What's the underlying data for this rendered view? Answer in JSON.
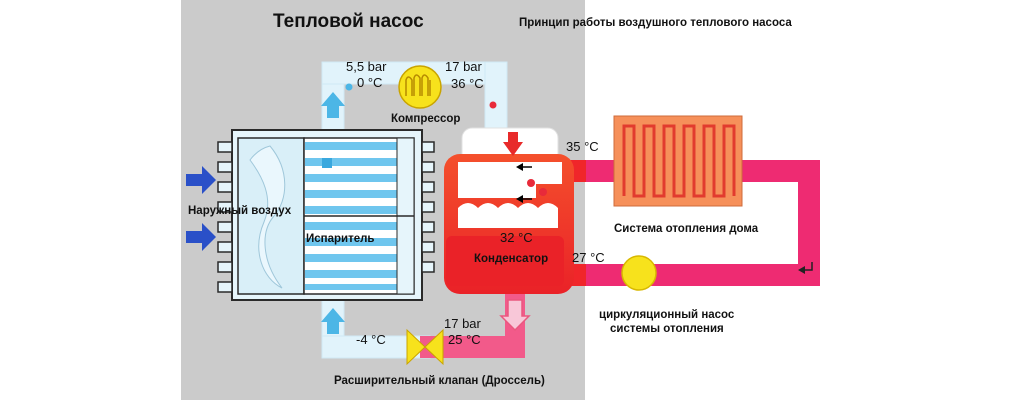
{
  "title": "Тепловой насос",
  "subtitle": "Принцип работы воздушного теплового насоса",
  "labels": {
    "outdoor_air": "Наружный воздух",
    "evaporator": "Испаритель",
    "compressor": "Компрессор",
    "condenser": "Конденсатор",
    "heating_system": "Система отопления дома",
    "circ_pump_line1": "циркуляционный насос",
    "circ_pump_line2": "системы отопления",
    "expansion_valve": "Расширительный клапан (Дроссель)"
  },
  "values": {
    "pressure_low": "5,5 bar",
    "temp_evap_out": "0 °C",
    "pressure_high": "17 bar",
    "temp_comp_out": "36 °C",
    "temp_supply": "35 °C",
    "temp_condenser": "32 °C",
    "temp_return": "27 °C",
    "pressure_valve": "17 bar",
    "temp_valve_in": "25 °C",
    "temp_valve_out": "-4 °C"
  },
  "colors": {
    "outdoor_bg": "#cbcbcb",
    "cold_pipe": "#dff2fb",
    "hot_red": "#f0262a",
    "hot_pink": "#ec2f7a",
    "radiator": "#f6905a",
    "compressor": "#f7e21c",
    "arrow_blue": "#2a50c8",
    "arrow_light": "#4cb6e6"
  }
}
